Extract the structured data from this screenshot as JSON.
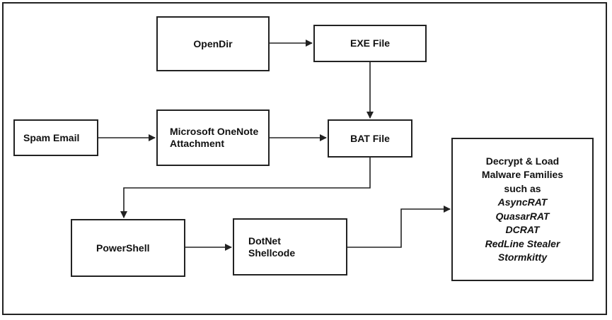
{
  "nodes": {
    "opendir": "OpenDir",
    "exe_file": "EXE File",
    "spam_email": "Spam Email",
    "onenote_line1": "Microsoft OneNote",
    "onenote_line2": "Attachment",
    "bat_file": "BAT File",
    "powershell": "PowerShell",
    "dotnet_line1": "DotNet",
    "dotnet_line2": "Shellcode",
    "malware": {
      "line1": "Decrypt & Load",
      "line2": "Malware Families",
      "line3": "such as",
      "families": [
        "AsyncRAT",
        "QuasarRAT",
        "DCRAT",
        "RedLine Stealer",
        "Stormkitty"
      ]
    }
  },
  "colors": {
    "stroke": "#222222",
    "text": "#111111",
    "background": "#ffffff"
  }
}
